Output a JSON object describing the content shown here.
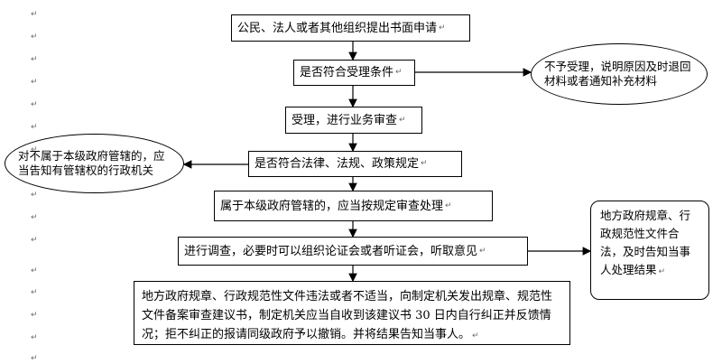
{
  "paragraph_mark": "↵",
  "flow": {
    "step1": "公民、法人或者其他组织提出书面申请",
    "step2": "是否符合受理条件",
    "step3": "受理，进行业务审查",
    "step4": "是否符合法律、法规、政策规定",
    "step5": "属于本级政府管辖的，应当按规定审查处理",
    "step6": "进行调查，必要时可以组织论证会或者听证会，听取意见",
    "step7": "地方政府规章、行政规范性文件违法或者不适当，向制定机关发出规章、规范性文件备案审查建议书，制定机关应当自收到该建议书 30 日内自行纠正并反馈情况；拒不纠正的报请同级政府予以撤销。并将结果告知当事人。"
  },
  "branches": {
    "not_accepted": "不予受理，说明原因及时退回材料或者通知补充材料",
    "not_jurisdiction": "对不属于本级政府管辖的，应当告知有管辖权的行政机关",
    "legal_result": "地方政府规章、行政规范性文件合法，及时告知当事人处理结果"
  }
}
